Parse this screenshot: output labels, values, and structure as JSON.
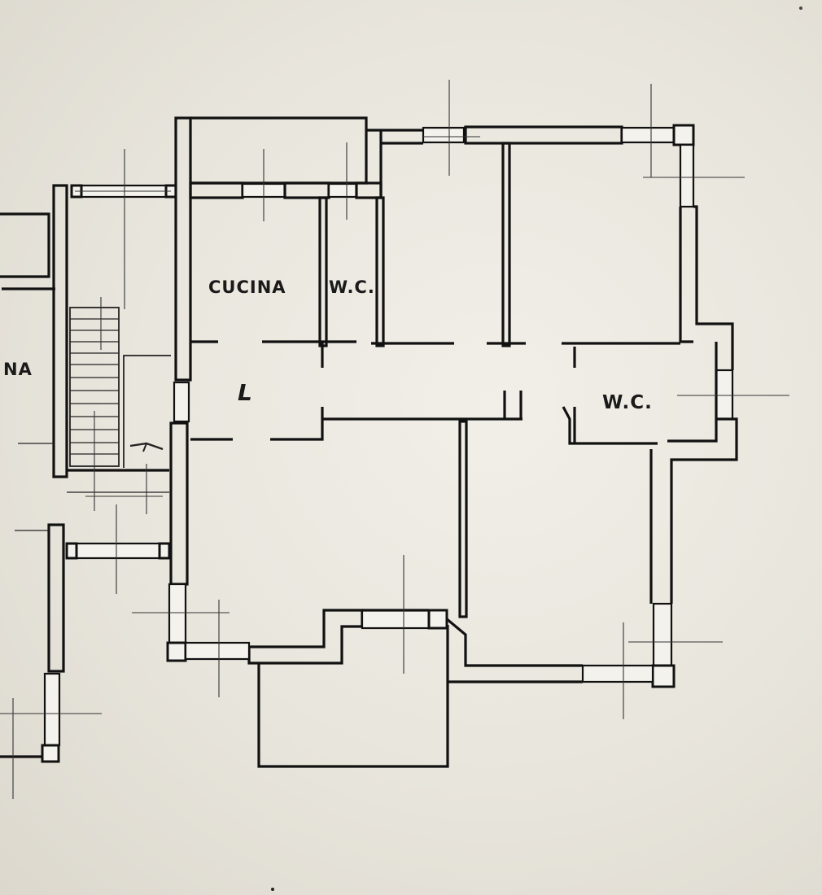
{
  "labels": {
    "kitchen": "CUCINA",
    "wc_top": "W.C.",
    "wc_right": "W.C.",
    "living": "L",
    "left_cut": "NA"
  },
  "colors": {
    "paper": "#ece9e1",
    "ink": "#111111"
  }
}
